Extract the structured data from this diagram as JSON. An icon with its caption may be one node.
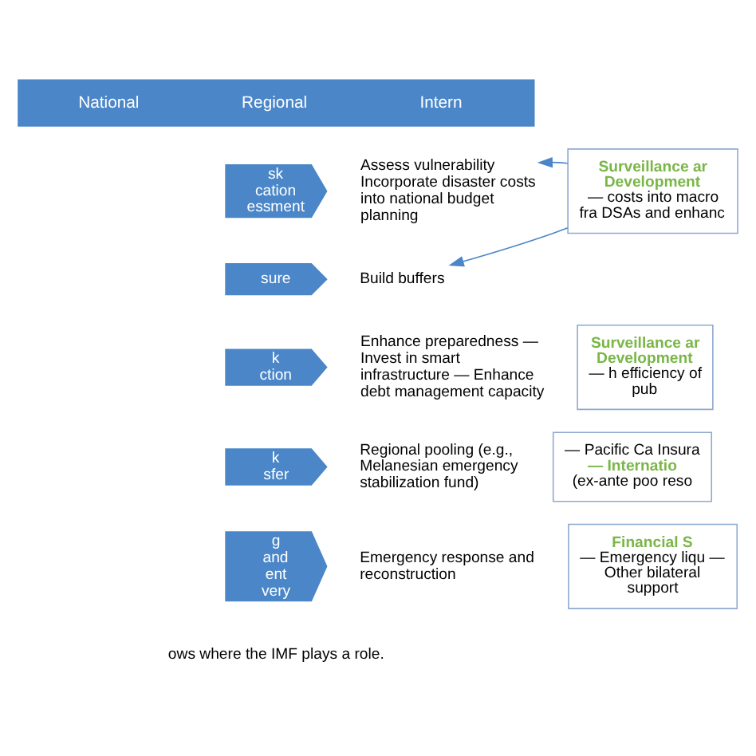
{
  "diagram": {
    "nodes": [
      {
        "text": [
          "National",
          "Regional",
          "Intern"
        ]
      },
      {
        "text": [
          "sk cation essment"
        ]
      },
      {
        "text": [
          "sure"
        ]
      },
      {
        "text": [
          "k ction"
        ]
      },
      {
        "text": [
          "k sfer"
        ]
      },
      {
        "text": [
          "g and ent very"
        ]
      },
      {
        "text": [
          "Assess vulnerability Incorporate disaster costs into national budget planning"
        ]
      },
      {
        "text": [
          "Build buffers"
        ]
      },
      {
        "text": [
          "Enhance preparedness — Invest in smart infrastructure — Enhance debt management capacity"
        ]
      },
      {
        "text": [
          "Regional pooling (e.g., Melanesian emergency stabilization fund)"
        ]
      },
      {
        "text": [
          "Emergency response and reconstruction"
        ]
      },
      {
        "text": [
          "Surveillance ar Development",
          "— costs into macro fra DSAs and enhanc"
        ]
      },
      {
        "text": [
          "Surveillance ar Development",
          "— h efficiency of pub"
        ]
      },
      {
        "text": [
          "— Pacific Ca Insura",
          "— Internatio",
          "(ex-ante poo reso"
        ]
      },
      {
        "text": [
          "Financial S",
          "— Emergency liqu — Other bilateral support"
        ]
      }
    ],
    "edges": [
      {
        "from": 11,
        "to": 6,
        "arrow": "to"
      },
      {
        "from": 11,
        "to": 7,
        "arrow": "to"
      }
    ],
    "labels": [
      "ows where the IMF plays a role."
    ]
  }
}
